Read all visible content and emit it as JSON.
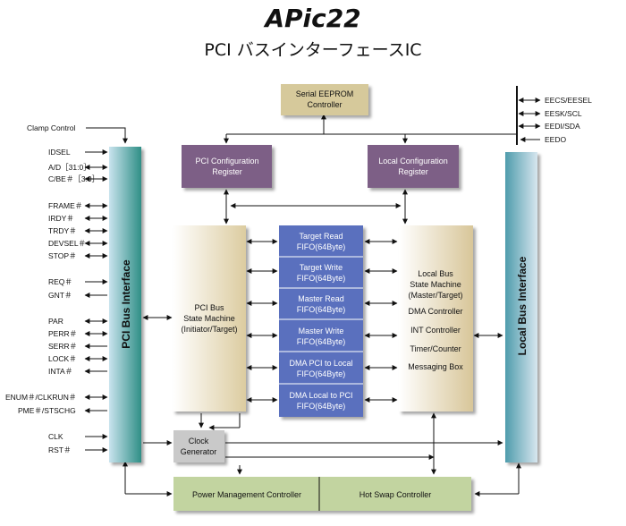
{
  "logo": "APic22",
  "title": "PCI バスインターフェースIC",
  "colors": {
    "fifo": "#5a6fbe",
    "config": "#7d5e86",
    "eeprom": "#d6c99b",
    "power": "#c2d4a0",
    "clock": "#c9c9c9",
    "pci_bus": "#5aa3a0",
    "local_bus": "#87b2c4",
    "state_machine": "#e4d8b6"
  },
  "blocks": {
    "eeprom": [
      "Serial EEPROM",
      "Controller"
    ],
    "pci_config": [
      "PCI Configuration",
      "Register"
    ],
    "local_config": [
      "Local Configuration",
      "Register"
    ],
    "pci_bus_interface": "PCI Bus Interface",
    "local_bus_interface": "Local Bus Interface",
    "pci_state_machine": [
      "PCI Bus",
      "State Machine",
      "(Initiator/Target)"
    ],
    "local_state_machine": [
      "Local Bus",
      "State Machine",
      "(Master/Target)"
    ],
    "local_functions": [
      "DMA Controller",
      "INT Controller",
      "Timer/Counter",
      "Messaging Box"
    ],
    "clock": [
      "Clock",
      "Generator"
    ],
    "power": "Power Management Controller",
    "hotswap": "Hot Swap Controller"
  },
  "fifos": [
    [
      "Target Read",
      "FIFO(64Byte)"
    ],
    [
      "Target Write",
      "FIFO(64Byte)"
    ],
    [
      "Master Read",
      "FIFO(64Byte)"
    ],
    [
      "Master Write",
      "FIFO(64Byte)"
    ],
    [
      "DMA PCI to Local",
      "FIFO(64Byte)"
    ],
    [
      "DMA Local to PCI",
      "FIFO(64Byte)"
    ]
  ],
  "pci_signals": [
    "Clamp Control",
    "IDSEL",
    "A/D［31:0］",
    "C/BE＃［3:0］",
    "FRAME＃",
    "IRDY＃",
    "TRDY＃",
    "DEVSEL＃",
    "STOP＃",
    "REQ＃",
    "GNT＃",
    "PAR",
    "PERR＃",
    "SERR＃",
    "LOCK＃",
    "INTA＃",
    "ENUM＃/CLKRUN＃",
    "PME＃/STSCHG",
    "CLK",
    "RST＃"
  ],
  "eeprom_signals": [
    "EECS/EESEL",
    "EESK/SCL",
    "EEDI/SDA",
    "EEDO"
  ]
}
